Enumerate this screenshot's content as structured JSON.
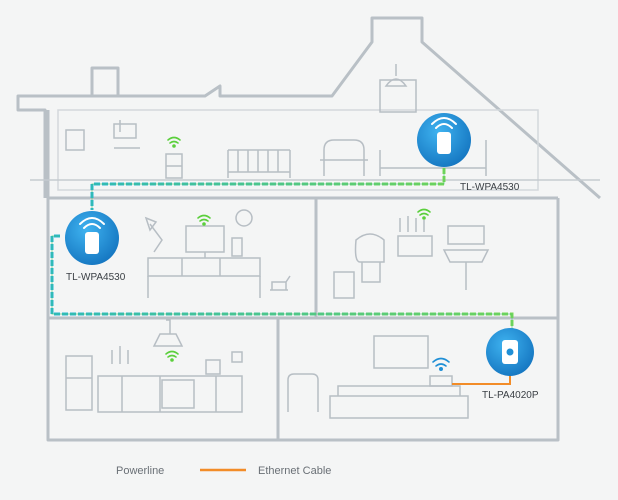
{
  "devices": [
    {
      "id": "top",
      "label": "TL-WPA4530"
    },
    {
      "id": "left",
      "label": "TL-WPA4530"
    },
    {
      "id": "right",
      "label": "TL-PA4020P"
    }
  ],
  "legend": {
    "powerline": "Powerline",
    "ethernet": "Ethernet Cable"
  },
  "colors": {
    "powerline_start": "#29b6d6",
    "powerline_end": "#7ed957",
    "ethernet": "#f28c28",
    "house_outline": "#b9c0c6",
    "device_blue": "#1f8fd6"
  },
  "icons": [
    "wifi-icon",
    "plug-icon",
    "router-icon",
    "sofa-icon",
    "bed-icon",
    "toilet-icon",
    "sink-icon",
    "desk-icon",
    "fridge-icon",
    "stove-icon",
    "tv-icon",
    "dog-icon",
    "lamp-icon",
    "clock-icon"
  ]
}
